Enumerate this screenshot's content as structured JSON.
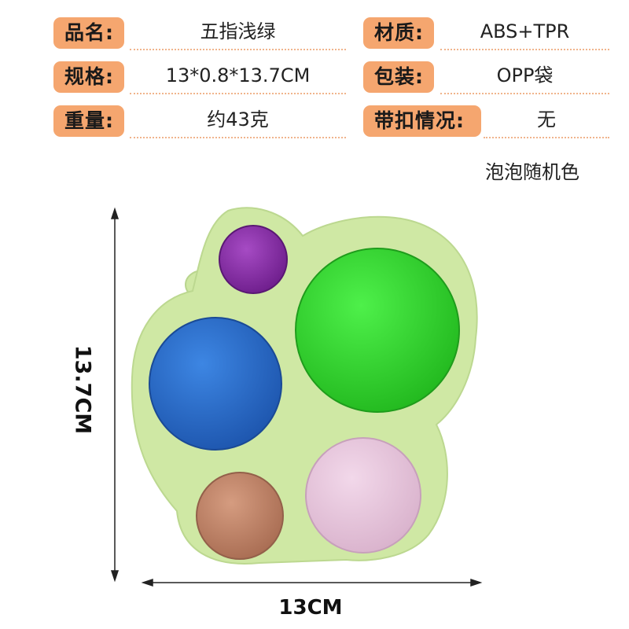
{
  "specs": {
    "name_label": "品名:",
    "name_value": "五指浅绿",
    "material_label": "材质:",
    "material_value": "ABS+TPR",
    "size_label": "规格:",
    "size_value": "13*0.8*13.7CM",
    "package_label": "包装:",
    "package_value": "OPP袋",
    "weight_label": "重量:",
    "weight_value": "约43克",
    "buckle_label": "带扣情况:",
    "buckle_value": "无"
  },
  "note": "泡泡随机色",
  "dimensions": {
    "height": "13.7CM",
    "width": "13CM"
  },
  "colors": {
    "label_bg": "#f5a66f",
    "toy_body": "#cfe8a4",
    "bubble_purple": "#8a2ba8",
    "bubble_green": "#2ed62a",
    "bubble_blue": "#2a6fd0",
    "bubble_pink": "#e8c6dc",
    "bubble_brown": "#c0876a"
  }
}
